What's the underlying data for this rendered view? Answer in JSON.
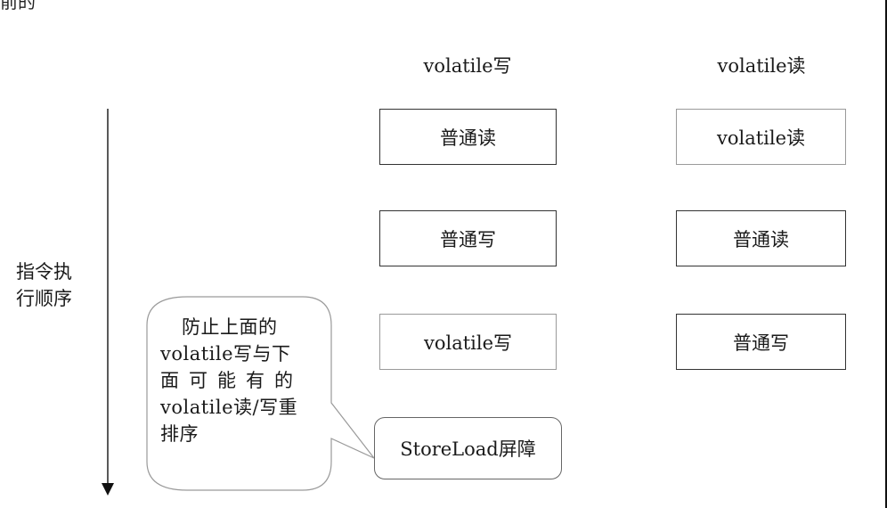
{
  "corner_fragment": "前的",
  "columns": {
    "write_header": "volatile写",
    "read_header": "volatile读"
  },
  "order_label": [
    "指令执",
    "行顺序"
  ],
  "write_column": [
    "普通读",
    "普通写",
    "volatile写",
    "StoreLoad屏障"
  ],
  "read_column": [
    "volatile读",
    "普通读",
    "普通写"
  ],
  "callout": {
    "lines": [
      "防止上面的",
      "volatile写与下",
      "面可能有的",
      "volatile读/写重",
      "排序"
    ]
  }
}
